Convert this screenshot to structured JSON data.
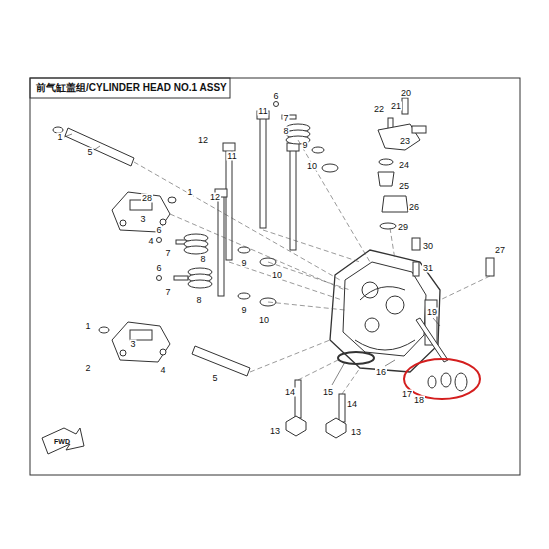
{
  "diagram": {
    "title": "前气缸盖组/CYLINDER HEAD NO.1 ASSY",
    "labels": [
      "1",
      "5",
      "28",
      "3",
      "4",
      "1",
      "12",
      "11",
      "12",
      "11",
      "6",
      "7",
      "8",
      "9",
      "10",
      "6",
      "7",
      "8",
      "9",
      "10",
      "6",
      "7",
      "8",
      "9",
      "10",
      "1",
      "2",
      "3",
      "4",
      "5",
      "22",
      "20",
      "21",
      "23",
      "24",
      "25",
      "26",
      "29",
      "30",
      "31",
      "27",
      "19",
      "16",
      "17",
      "18",
      "15",
      "14",
      "14",
      "13",
      "13",
      "FWD"
    ]
  }
}
